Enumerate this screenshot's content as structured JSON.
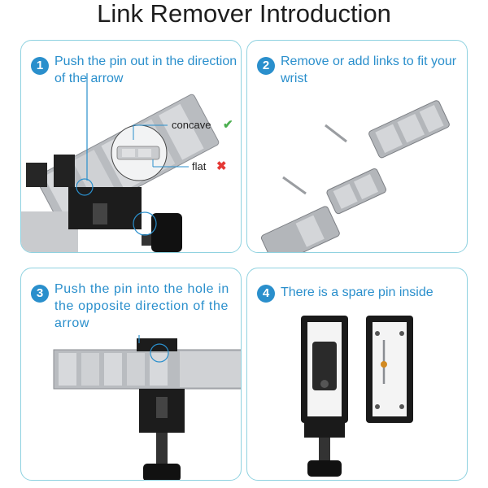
{
  "title": "Link Remover Introduction",
  "steps": [
    {
      "number": "1",
      "text": "Push the pin out in the direction of the arrow"
    },
    {
      "number": "2",
      "text": "Remove or add links to fit your wrist"
    },
    {
      "number": "3",
      "text": "Push the pin into the hole in the opposite direction of the arrow"
    },
    {
      "number": "4",
      "text": "There is a spare pin inside"
    }
  ],
  "callouts": {
    "concave": "concave",
    "flat": "flat"
  },
  "icons": {
    "concave_mark": "check-icon",
    "flat_mark": "cross-icon"
  },
  "colors": {
    "accent": "#2a8fcc",
    "border": "#8fd2e0",
    "check": "#4caf50",
    "cross": "#e53935"
  }
}
